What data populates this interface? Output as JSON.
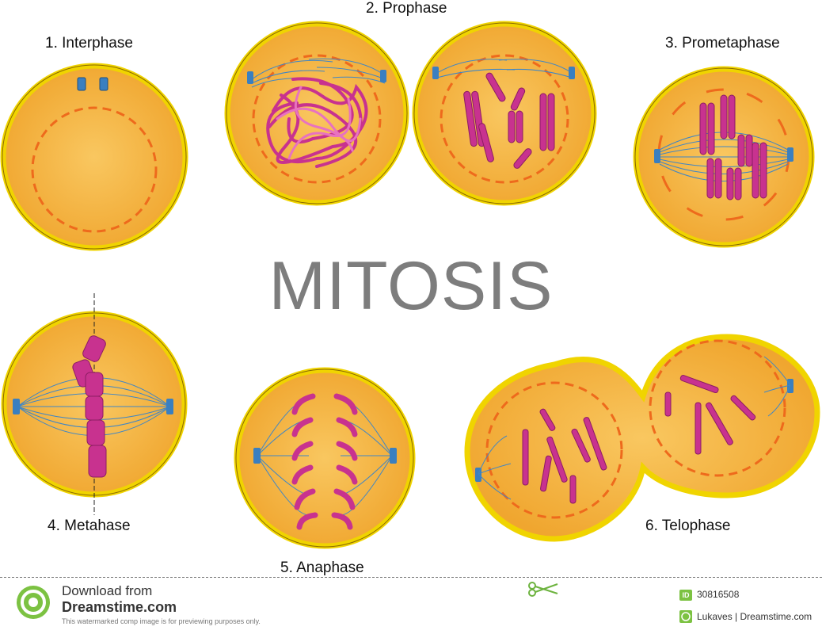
{
  "title": "MITOSIS",
  "stages": [
    {
      "label": "1. Interphase"
    },
    {
      "label": "2. Prophase"
    },
    {
      "label": "3. Prometaphase"
    },
    {
      "label": "4. Metahase"
    },
    {
      "label": "5. Anaphase"
    },
    {
      "label": "6. Telophase"
    }
  ],
  "footer": {
    "download_from": "Download from",
    "site": "Dreamstime.com",
    "disclaimer": "This watermarked comp image is for previewing purposes only.",
    "id_badge": "ID",
    "image_id": "30816508",
    "credit": "Lukaves | Dreamstime.com"
  },
  "colors": {
    "cell_rim": "#f0d400",
    "cytoplasm": "#f6b640",
    "nuclear_envelope": "#ee6a1c",
    "chromosome": "#c8328f",
    "centriole": "#3a7fc0",
    "spindle": "#3f86c6",
    "title_gray": "#7d7d7d"
  }
}
